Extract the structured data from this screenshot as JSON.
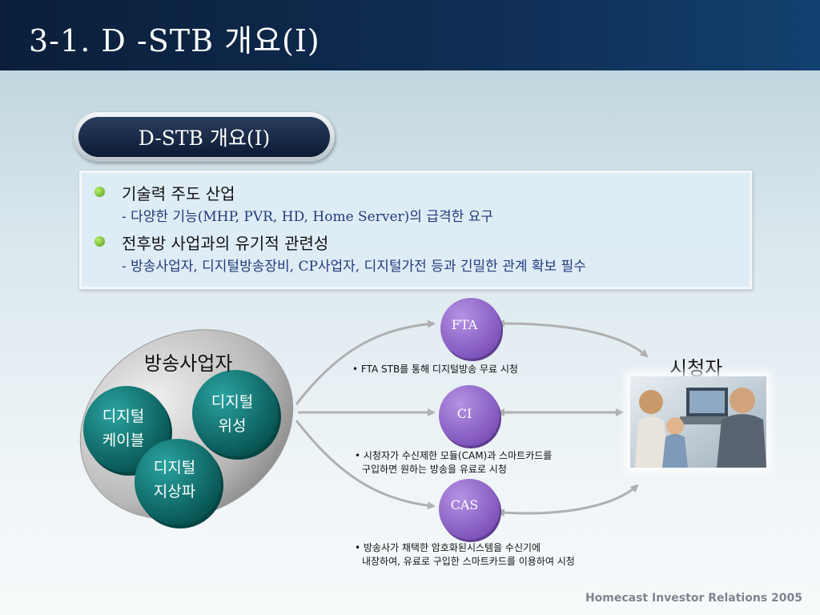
{
  "slide": {
    "title": "3-1. D -STB 개요(I)",
    "section_title": "D-STB 개요(I)",
    "footer": "Homecast Investor Relations 2005"
  },
  "bullets": [
    {
      "head": "기술력 주도 산업",
      "sub": "- 다양한 기능(MHP, PVR, HD, Home  Server)의 급격한 요구"
    },
    {
      "head": "전후방 사업과의 유기적 관련성",
      "sub": "- 방송사업자, 디지털방송장비, CP사업자, 디지털가전 등과 긴밀한 관계 확보 필수"
    }
  ],
  "diagram": {
    "broadcaster_label": "방송사업자",
    "viewer_label": "시청자",
    "broadcaster_circles": [
      {
        "line1": "디지털",
        "line2": "케이블"
      },
      {
        "line1": "디지털",
        "line2": "위성"
      },
      {
        "line1": "디지털",
        "line2": "지상파"
      }
    ],
    "nodes": {
      "fta": "FTA",
      "ci": "CI",
      "cas": "CAS"
    },
    "notes": {
      "fta": "• FTA STB를 통해 디지털방송 무료 시청",
      "ci_line1": "• 시청자가 수신제한 모듈(CAM)과 스마트카드를",
      "ci_line2": "구입하면 원하는 방송을 유료로 시청",
      "cas_line1": "• 방송사가 채택한 암호화된시스템을 수신기에",
      "cas_line2": "내장하여, 유료로 구입한 스마트카드를 이용하여 시청"
    }
  },
  "colors": {
    "header_bg": "#0f2c52",
    "node_purple": "#9a6fd0",
    "circle_teal": "#0f7a78",
    "bullet_green": "#6cc324",
    "sub_text": "#223a7a"
  }
}
